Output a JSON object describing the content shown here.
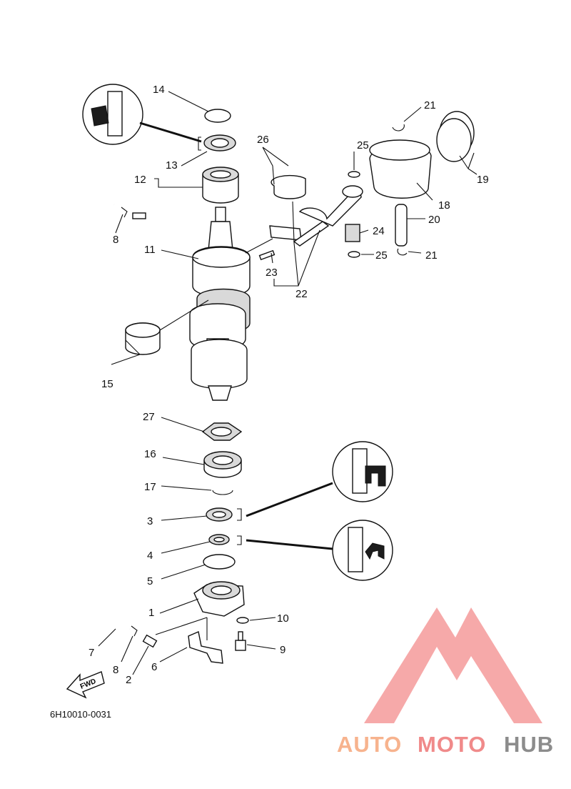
{
  "diagram_code": "6H10010-0031",
  "fwd_label": "FWD",
  "watermark": {
    "part1": "AUTO",
    "part2": "MOTO",
    "part3": "HUB"
  },
  "callouts": [
    "1",
    "2",
    "3",
    "4",
    "5",
    "6",
    "7",
    "8",
    "8",
    "9",
    "10",
    "11",
    "12",
    "13",
    "14",
    "15",
    "16",
    "17",
    "18",
    "19",
    "20",
    "21",
    "21",
    "22",
    "23",
    "24",
    "25",
    "25",
    "26",
    "27"
  ],
  "colors": {
    "line": "#111111",
    "watermark_red": "#f08a8a",
    "watermark_orange": "#f7b38e",
    "watermark_gray": "#8c8c8c"
  }
}
